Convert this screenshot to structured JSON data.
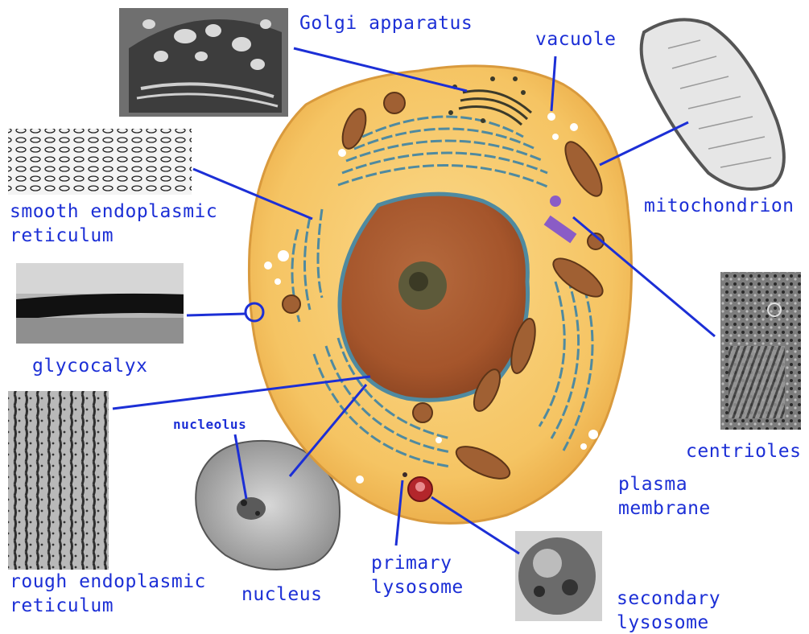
{
  "labels": {
    "golgi": "Golgi apparatus",
    "vacuole": "vacuole",
    "mitochondrion": "mitochondrion",
    "smooth_er_1": "smooth endoplasmic",
    "smooth_er_2": "reticulum",
    "glycocalyx": "glycocalyx",
    "centrioles": "centrioles",
    "nucleolus": "nucleolus",
    "plasma_1": "plasma",
    "plasma_2": "membrane",
    "primary_1": "primary",
    "primary_2": "lysosome",
    "nucleus": "nucleus",
    "rough_er_1": "rough endoplasmic",
    "rough_er_2": "reticulum",
    "secondary_1": "secondary",
    "secondary_2": "lysosome"
  },
  "colors": {
    "label": "#1c2fd6",
    "cytoplasm": "#f4c05e",
    "nucleus": "#a8582c",
    "er": "#4f8aa0",
    "mitochondria": "#9a5a2e",
    "lysosome": "#b3262b",
    "centriole": "#8a5cc6"
  }
}
